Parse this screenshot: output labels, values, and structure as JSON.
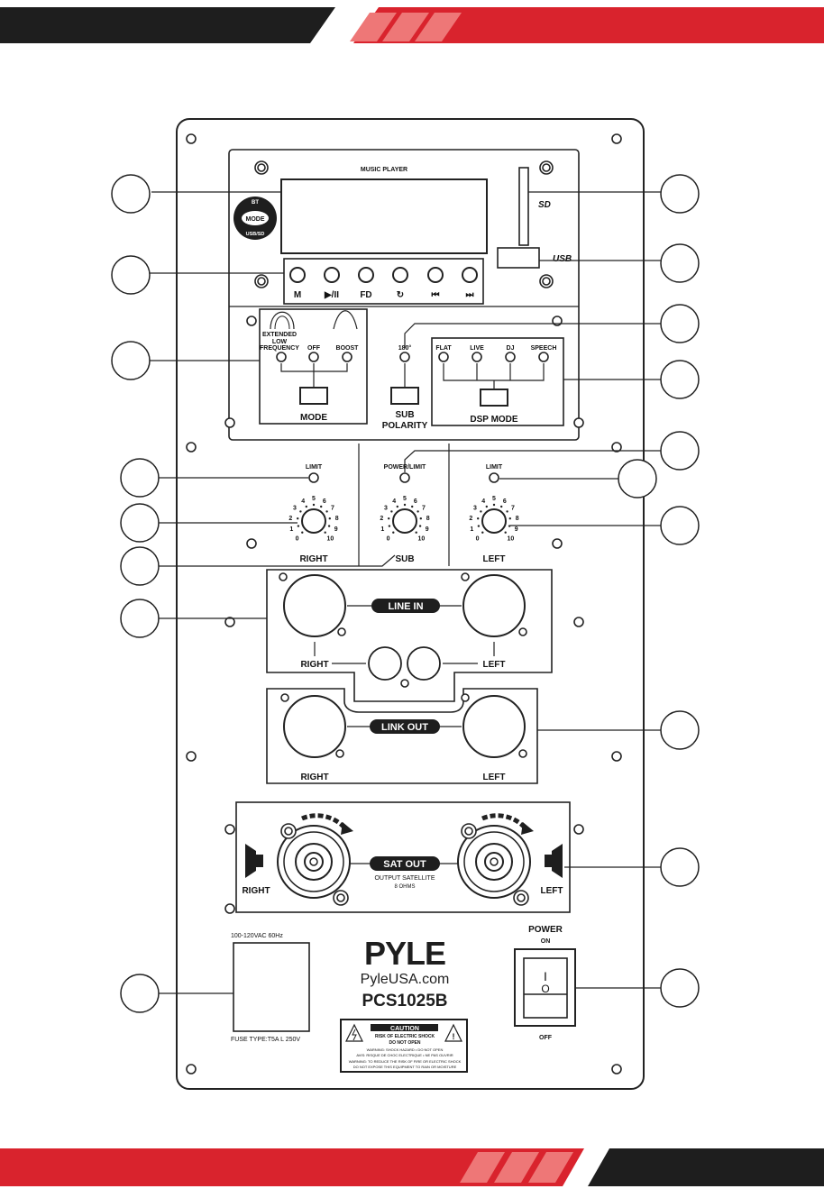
{
  "music_player": {
    "title": "MUSIC PLAYER",
    "mode_knob": {
      "top": "BT",
      "center": "MODE",
      "bottom": "USB/SD"
    },
    "buttons": [
      "M",
      "▶/II",
      "FD",
      "↻",
      "⏮",
      "⏭"
    ],
    "sd_label": "SD",
    "usb_label": "USB"
  },
  "low_freq": {
    "options": [
      "EXTENDED",
      "LOW",
      "FREQUENCY",
      "OFF",
      "BOOST"
    ],
    "button_label": "MODE"
  },
  "sub_polarity": {
    "phase_label": "180°",
    "label_line1": "SUB",
    "label_line2": "POLARITY"
  },
  "dsp": {
    "options": [
      "FLAT",
      "LIVE",
      "DJ",
      "SPEECH"
    ],
    "label": "DSP MODE"
  },
  "leds": {
    "right": "LIMIT",
    "sub": "POWER/LIMIT",
    "left": "LIMIT"
  },
  "knobs": {
    "scale": [
      "0",
      "1",
      "2",
      "3",
      "4",
      "5",
      "6",
      "7",
      "8",
      "9",
      "10"
    ],
    "labels": [
      "RIGHT",
      "SUB",
      "LEFT"
    ]
  },
  "line_in": {
    "label": "LINE IN",
    "right": "RIGHT",
    "left": "LEFT"
  },
  "link_out": {
    "label": "LINK OUT",
    "right": "RIGHT",
    "left": "LEFT"
  },
  "sat_out": {
    "label": "SAT OUT",
    "sub1": "OUTPUT SATELLITE",
    "sub2": "8 OHMS",
    "right": "RIGHT",
    "left": "LEFT"
  },
  "power_section": {
    "voltage": "100-120VAC  60Hz",
    "fuse": "FUSE TYPE:T5A L 250V",
    "power": "POWER",
    "on": "ON",
    "off": "OFF",
    "switch_on": "I",
    "switch_off": "O"
  },
  "brand": {
    "logo": "PYLE",
    "url": "PyleUSA.com",
    "model": "PCS1025B"
  },
  "caution": {
    "title": "CAUTION",
    "line1": "RISK OF ELECTRIC SHOCK",
    "line2": "DO NOT OPEN",
    "line3": "WARNING: SHOCK HAZARD • DO NOT OPEN",
    "line4": "AVIS: RISQUE DE CHOC ELECTRIQUE • NE PAS OUVRIR",
    "line5": "WARNING: TO REDUCE THE RISK OF FIRE OR ELECTRIC SHOCK",
    "line6": "DO NOT EXPOSE THIS EQUIPMENT TO RAIN OR MOISTURE"
  },
  "colors": {
    "accent_red": "#d9232d",
    "dark": "#1e1e1e"
  }
}
